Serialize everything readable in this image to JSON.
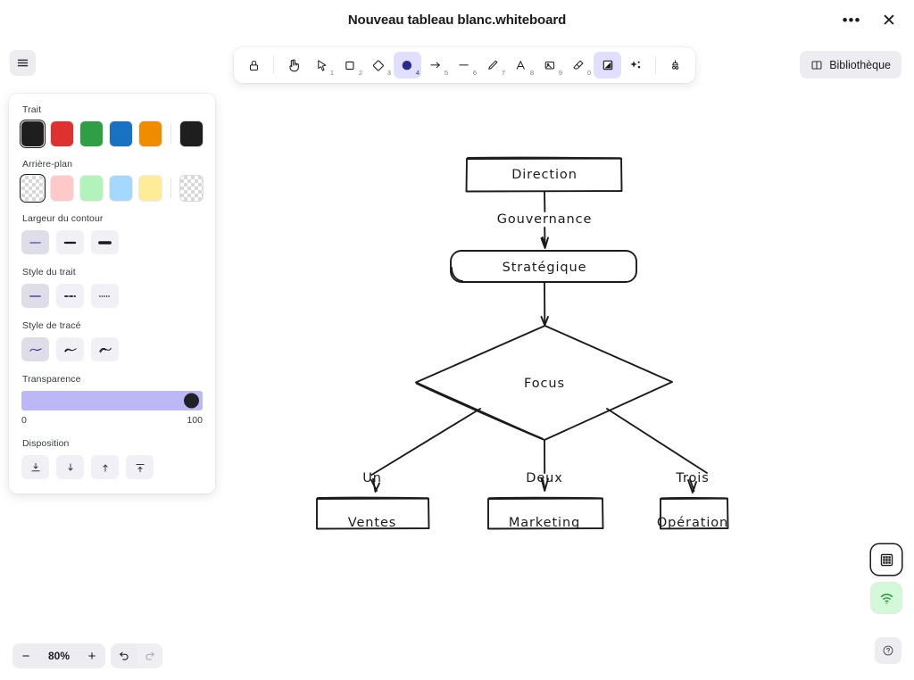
{
  "window": {
    "title": "Nouveau tableau blanc.whiteboard",
    "more_label": "•••",
    "close_label": "✕"
  },
  "menu": {
    "icon": "hamburger-menu-icon"
  },
  "toolbar": {
    "tools": [
      {
        "name": "lock-icon",
        "key": "",
        "state": "normal"
      },
      {
        "name": "hand-icon",
        "key": "",
        "state": "normal"
      },
      {
        "name": "selection-icon",
        "key": "1",
        "state": "normal"
      },
      {
        "name": "rectangle-icon",
        "key": "2",
        "state": "normal"
      },
      {
        "name": "diamond-icon",
        "key": "3",
        "state": "normal"
      },
      {
        "name": "ellipse-icon",
        "key": "4",
        "state": "active"
      },
      {
        "name": "arrow-icon",
        "key": "5",
        "state": "normal"
      },
      {
        "name": "line-icon",
        "key": "6",
        "state": "normal"
      },
      {
        "name": "draw-icon",
        "key": "7",
        "state": "normal"
      },
      {
        "name": "text-icon",
        "key": "8",
        "state": "normal"
      },
      {
        "name": "image-icon",
        "key": "9",
        "state": "normal"
      },
      {
        "name": "eraser-icon",
        "key": "0",
        "state": "normal"
      },
      {
        "name": "frame-icon",
        "key": "",
        "state": "active"
      },
      {
        "name": "magic-icon",
        "key": "",
        "state": "normal"
      },
      {
        "name": "laser-pointer-icon",
        "key": "",
        "state": "normal"
      }
    ]
  },
  "library": {
    "label": "Bibliothèque",
    "icon": "book-icon"
  },
  "panel": {
    "stroke": {
      "label": "Trait",
      "colors": [
        "#1e1e1e",
        "#e03131",
        "#2f9e44",
        "#1971c2",
        "#f08c00"
      ],
      "selected_index": 0,
      "current": "#1e1e1e"
    },
    "background": {
      "label": "Arrière-plan",
      "colors": [
        "transparent",
        "#ffc9c9",
        "#b2f2bb",
        "#a5d8ff",
        "#ffec99"
      ],
      "selected_index": 0,
      "current": "transparent"
    },
    "stroke_width": {
      "label": "Largeur du contour",
      "options": [
        "thin",
        "bold",
        "extra-bold"
      ],
      "selected_index": 0
    },
    "stroke_style": {
      "label": "Style du trait",
      "options": [
        "solid",
        "dashed",
        "dotted"
      ],
      "selected_index": 0
    },
    "sloppiness": {
      "label": "Style de tracé",
      "options": [
        "architect",
        "artist",
        "cartoonist"
      ],
      "selected_index": 0
    },
    "opacity": {
      "label": "Transparence",
      "min_label": "0",
      "max_label": "100",
      "value": 100
    },
    "layers": {
      "label": "Disposition",
      "options": [
        "send-to-back",
        "send-backward",
        "bring-forward",
        "bring-to-front"
      ]
    }
  },
  "canvas": {
    "nodes": [
      {
        "id": "direction",
        "label": "Direction",
        "shape": "rectangle"
      },
      {
        "id": "strategique",
        "label": "Stratégique",
        "shape": "rounded-rectangle"
      },
      {
        "id": "focus",
        "label": "Focus",
        "shape": "diamond"
      },
      {
        "id": "ventes",
        "label": "Ventes",
        "shape": "rectangle"
      },
      {
        "id": "marketing",
        "label": "Marketing",
        "shape": "rectangle"
      },
      {
        "id": "operation",
        "label": "Opération",
        "shape": "rectangle"
      }
    ],
    "edge_labels": [
      {
        "id": "gouvernance",
        "label": "Gouvernance"
      },
      {
        "id": "un",
        "label": "Un"
      },
      {
        "id": "deux",
        "label": "Deux"
      },
      {
        "id": "trois",
        "label": "Trois"
      }
    ]
  },
  "footer": {
    "zoom_out": "−",
    "zoom_level": "80%",
    "zoom_in": "+",
    "undo": "undo-icon",
    "redo": "redo-icon"
  },
  "floating": {
    "grid": "grid-icon",
    "live_collaboration": "wifi-icon",
    "help": "help-icon"
  }
}
